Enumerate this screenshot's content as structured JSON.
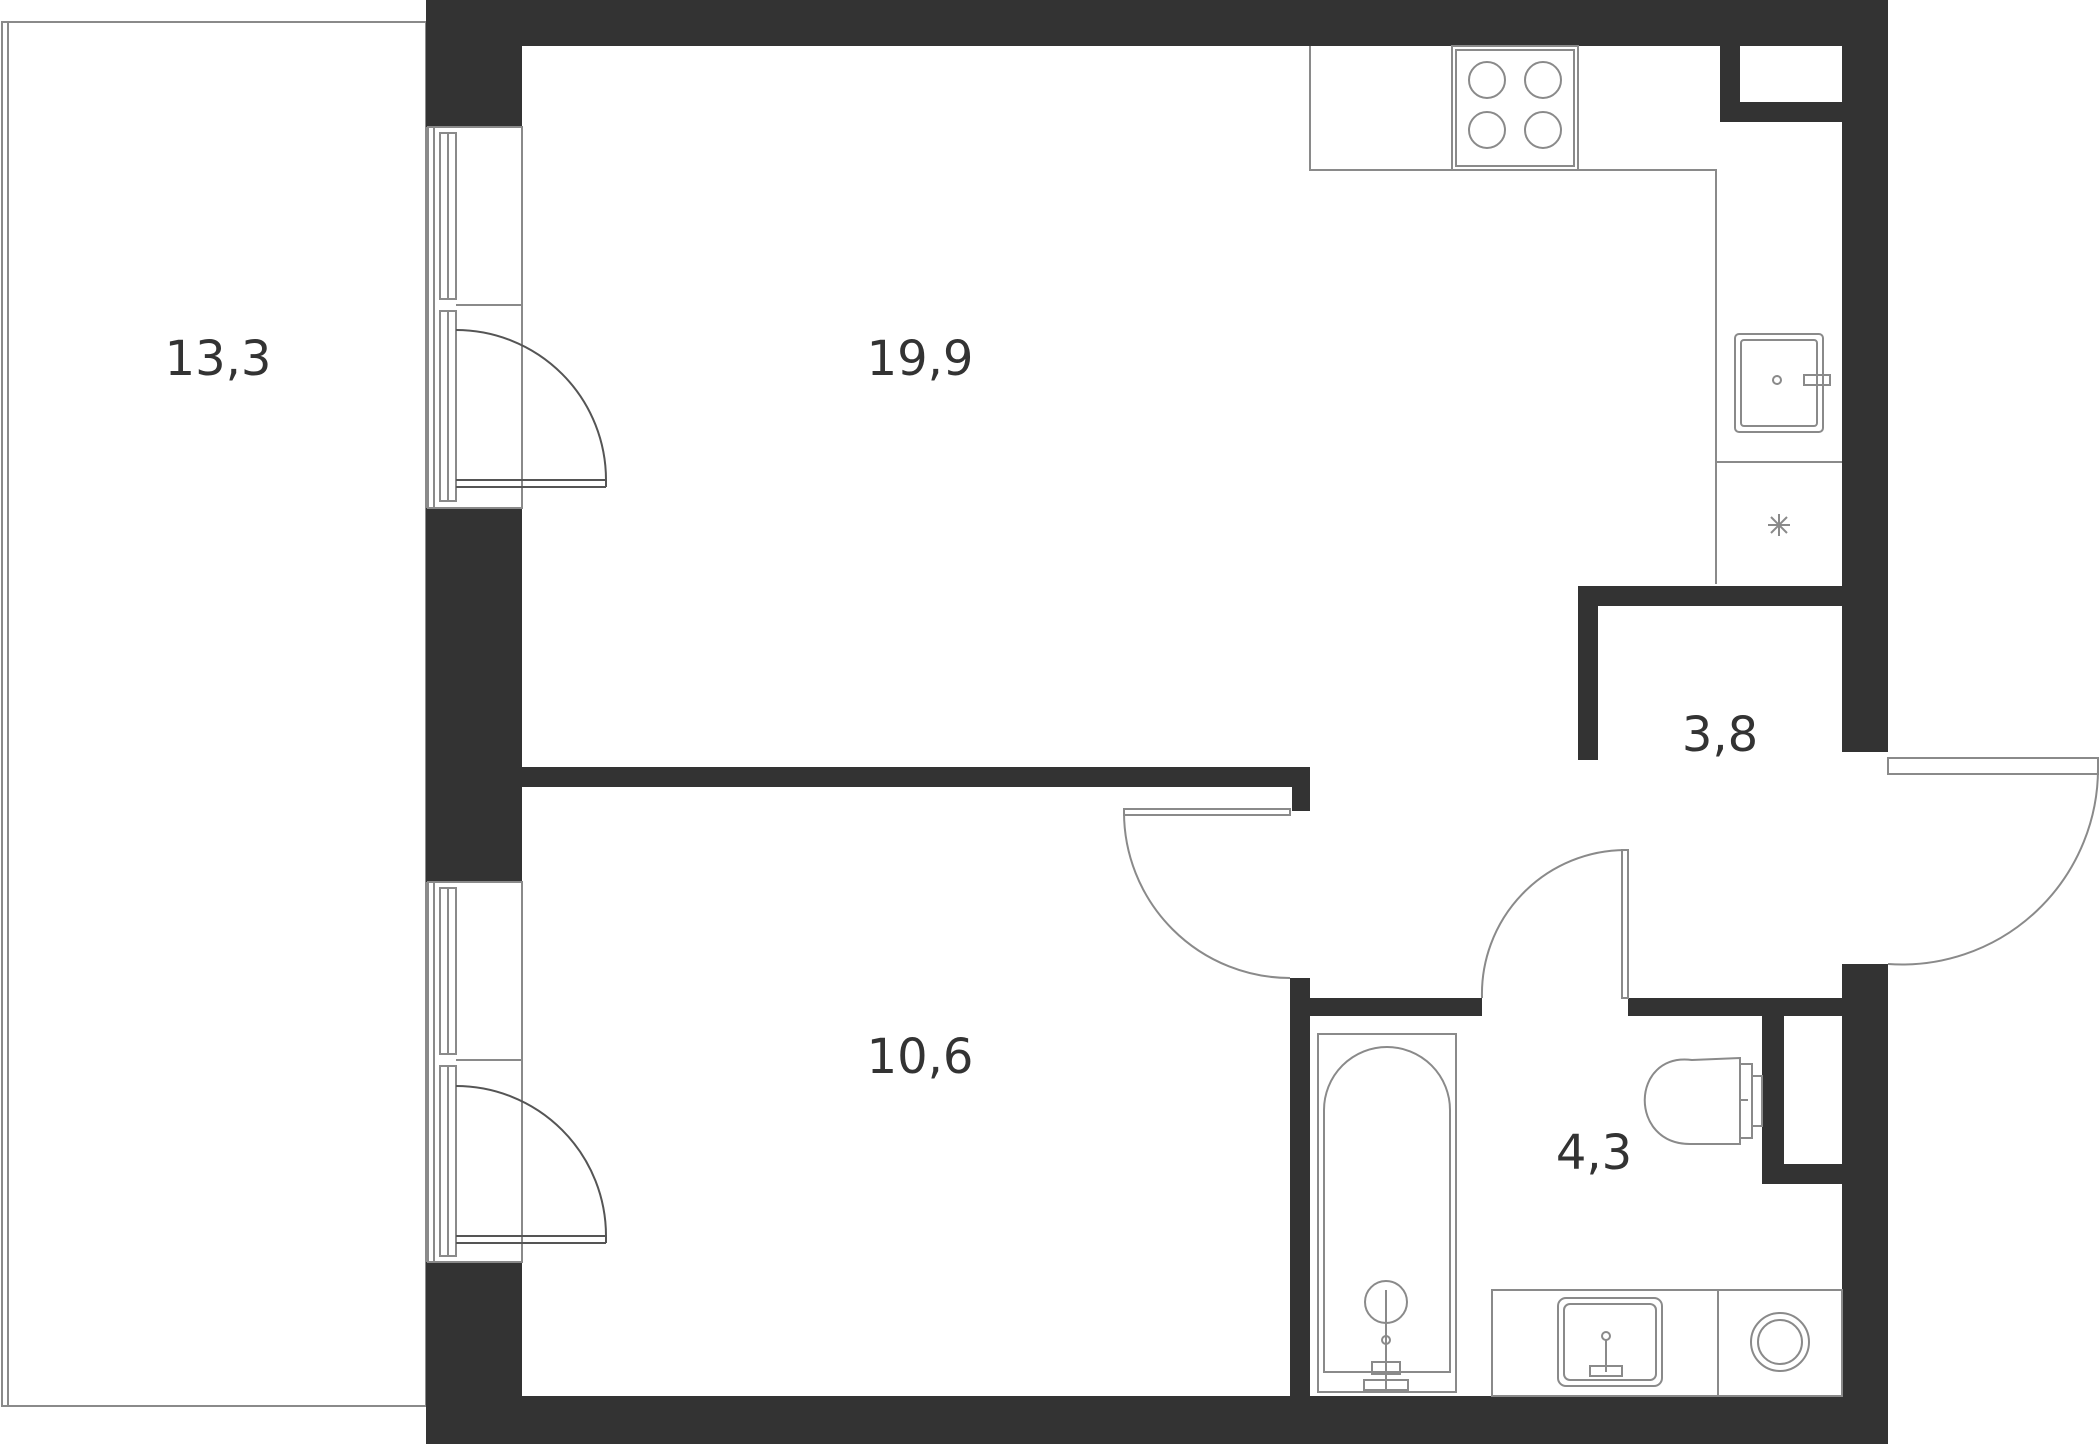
{
  "colors": {
    "wall": "#333333",
    "line": "#8a8a8a",
    "background": "#ffffff",
    "label": "#333333"
  },
  "rooms": {
    "balcony": {
      "area": "13,3"
    },
    "living_room": {
      "area": "19,9"
    },
    "bedroom": {
      "area": "10,6"
    },
    "hallway": {
      "area": "3,8"
    },
    "bathroom": {
      "area": "4,3"
    }
  },
  "fixtures": {
    "stove": "stove-icon",
    "kitchen_sink": "kitchen-sink-icon",
    "fridge": "fridge-icon",
    "bathtub": "bathtub-icon",
    "toilet": "toilet-icon",
    "washbasin": "washbasin-icon",
    "washing_machine": "washing-machine-icon"
  }
}
